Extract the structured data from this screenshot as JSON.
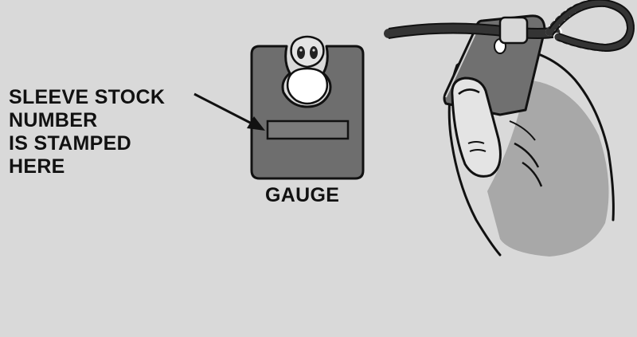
{
  "callout": {
    "lines": [
      "SLEEVE STOCK",
      "NUMBER",
      "IS STAMPED",
      "HERE"
    ]
  },
  "gauge": {
    "label": "GAUGE"
  },
  "colors": {
    "background": "#d9d9d9",
    "gauge_body": "#6e6e6e",
    "hand_shade": "#9a9a9a",
    "outline": "#111111"
  }
}
